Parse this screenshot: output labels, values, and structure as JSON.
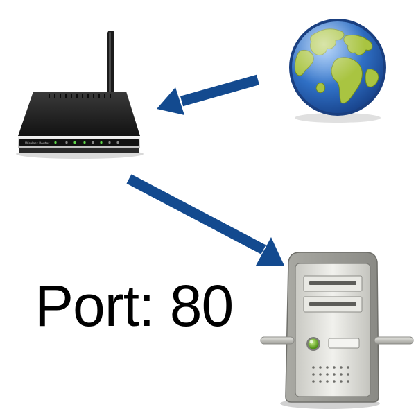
{
  "diagram": {
    "port_label": "Port: 80",
    "router_brand": "Wireless Router",
    "colors": {
      "arrow": "#134a8f",
      "globe_ocean": "#2f6fc4",
      "globe_land": "#a9c441",
      "router_body": "#1d1d1d",
      "server_case": "#dcdcd6"
    },
    "nodes": [
      {
        "id": "internet",
        "icon": "globe-icon"
      },
      {
        "id": "router",
        "icon": "router-icon"
      },
      {
        "id": "server",
        "icon": "server-icon"
      }
    ],
    "edges": [
      {
        "from": "internet",
        "to": "router"
      },
      {
        "from": "router",
        "to": "server"
      }
    ]
  }
}
